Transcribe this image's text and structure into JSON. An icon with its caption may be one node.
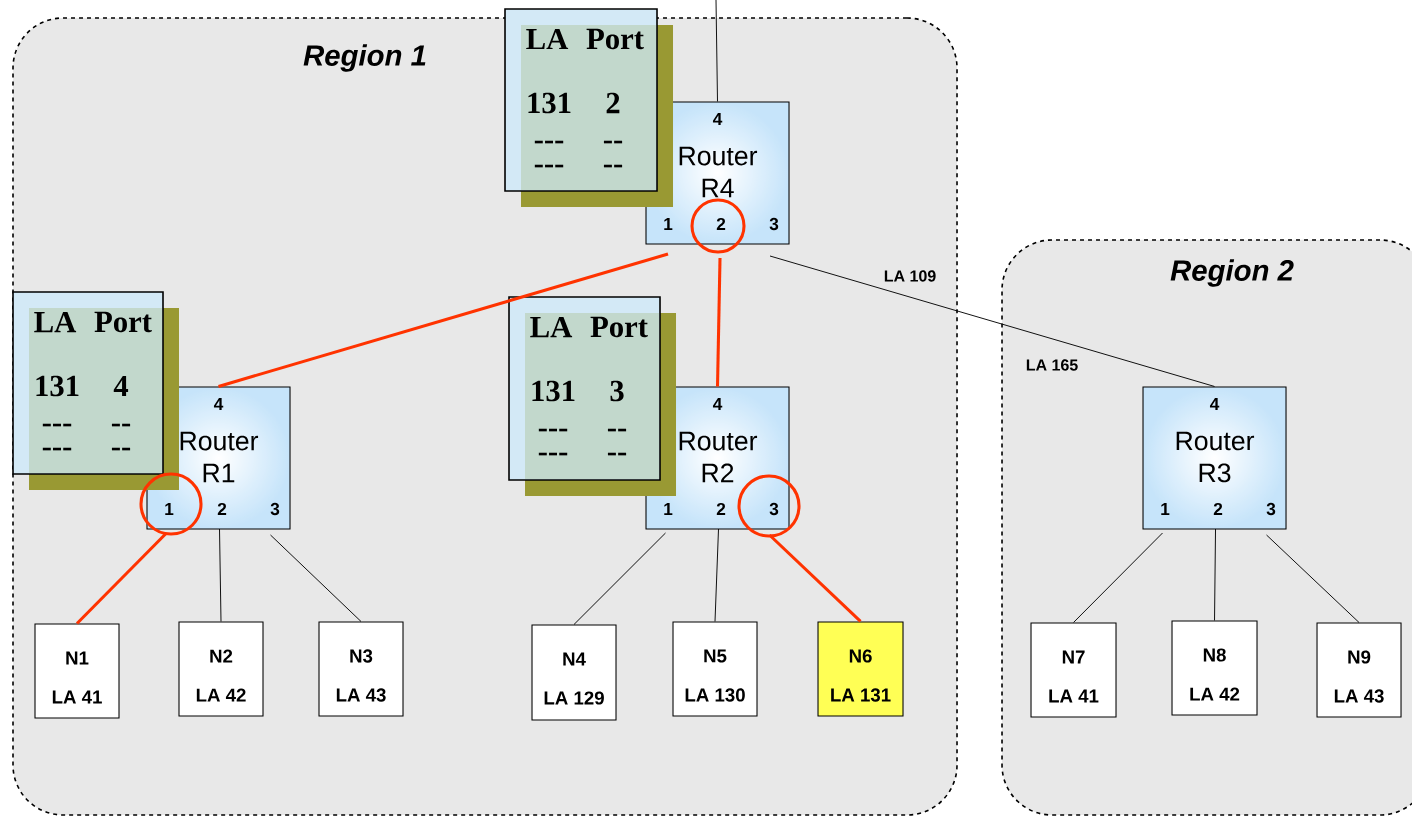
{
  "diagram": {
    "nodes": [
      {
        "text": [
          "Region 1"
        ]
      },
      {
        "text": [
          "Region 2"
        ]
      },
      {
        "text": [
          "LA",
          "Port",
          "131",
          "2",
          "---",
          "--",
          "---",
          "--"
        ],
        "in": 0
      },
      {
        "text": [
          "4",
          "Router R4",
          "1",
          "2",
          "3"
        ],
        "in": 0
      },
      {
        "text": [
          "LA",
          "Port",
          "131",
          "4",
          "---",
          "--",
          "---",
          "--"
        ],
        "in": 0
      },
      {
        "text": [
          "4",
          "Router R1",
          "1",
          "2",
          "3"
        ],
        "in": 0
      },
      {
        "text": [
          "LA",
          "Port",
          "131",
          "3",
          "---",
          "--",
          "---",
          "--"
        ],
        "in": 0
      },
      {
        "text": [
          "4",
          "Router R2",
          "1",
          "2",
          "3"
        ],
        "in": 0
      },
      {
        "text": [
          "4",
          "Router R3",
          "1",
          "2",
          "3"
        ],
        "in": 1
      },
      {
        "text": [
          "N1",
          "LA 41"
        ],
        "in": 0
      },
      {
        "text": [
          "N2",
          "LA 42"
        ],
        "in": 0
      },
      {
        "text": [
          "N3",
          "LA 43"
        ],
        "in": 0
      },
      {
        "text": [
          "N4",
          "LA 129"
        ],
        "in": 0
      },
      {
        "text": [
          "N5",
          "LA 130"
        ],
        "in": 0
      },
      {
        "text": [
          "N6",
          "LA 131"
        ],
        "in": 0
      },
      {
        "text": [
          "N7",
          "LA 41"
        ],
        "in": 1
      },
      {
        "text": [
          "N8",
          "LA 42"
        ],
        "in": 1
      },
      {
        "text": [
          "N9",
          "LA 43"
        ],
        "in": 1
      }
    ],
    "edges": [
      {
        "from": null,
        "to": 3,
        "arrow": "none"
      },
      {
        "from": 3,
        "to": 5,
        "arrow": "none",
        "style": "thick",
        "color": "#ff3300"
      },
      {
        "from": 3,
        "to": 7,
        "arrow": "none",
        "style": "thick",
        "color": "#ff3300"
      },
      {
        "from": 3,
        "to": 8,
        "arrow": "none"
      },
      {
        "from": 5,
        "to": 9,
        "arrow": "none",
        "style": "thick",
        "color": "#ff3300"
      },
      {
        "from": 5,
        "to": 10,
        "arrow": "none"
      },
      {
        "from": 5,
        "to": 11,
        "arrow": "none"
      },
      {
        "from": 7,
        "to": 12,
        "arrow": "none"
      },
      {
        "from": 7,
        "to": 13,
        "arrow": "none"
      },
      {
        "from": 7,
        "to": 14,
        "arrow": "none",
        "style": "thick",
        "color": "#ff3300"
      },
      {
        "from": 8,
        "to": 15,
        "arrow": "none"
      },
      {
        "from": 8,
        "to": 16,
        "arrow": "none"
      },
      {
        "from": 8,
        "to": 17,
        "arrow": "none"
      }
    ],
    "labels": [
      "LA 109",
      "LA 165"
    ]
  }
}
